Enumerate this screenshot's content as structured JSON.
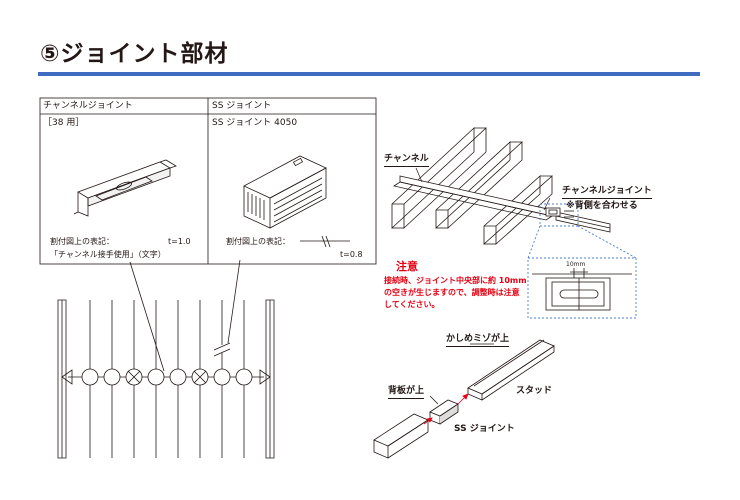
{
  "page": {
    "title": "⑤ジョイント部材"
  },
  "channel_joint": {
    "header": "チャンネルジョイント",
    "size": "［38 用］",
    "notation_label": "割付図上の表記：",
    "notation_value": "t=1.0",
    "notation_text": "「チャンネル接手使用」（文字）"
  },
  "ss_joint": {
    "header": "SS ジョイント",
    "model": "SS ジョイント 4050",
    "notation_label": "割付図上の表記：",
    "notation_value": "t=0.8"
  },
  "assembly": {
    "channel_label": "チャンネル",
    "joint_label": "チャンネルジョイント",
    "back_note": "※背側を合わせる",
    "caution_title": "注意",
    "caution_line1": "接続時、ジョイント中央部に約 10mm",
    "caution_line2": "の空きが生じますので、調整時は注意",
    "caution_line3": "してください。",
    "gap_label": "10mm"
  },
  "stud": {
    "groove_label": "かしめミゾが上",
    "back_label": "背板が上",
    "stud_label": "スタッド",
    "joint_label": "SS ジョイント"
  },
  "colors": {
    "accent": "#3f6cc0",
    "caution": "#e60012",
    "dotted": "#4a7fd0",
    "ink": "#231815"
  }
}
